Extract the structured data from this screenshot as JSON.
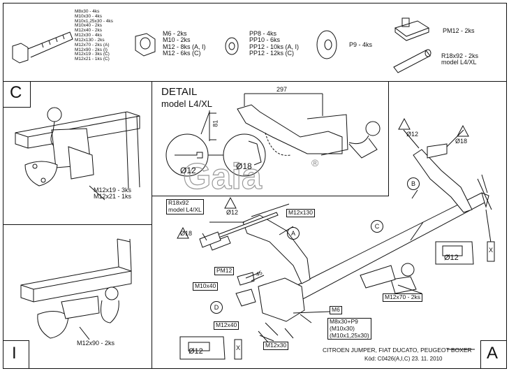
{
  "parts": {
    "screws": [
      "M8x30 - 4ks",
      "M10x30 - 4ks",
      "M10x1,25x30 - 4ks",
      "M10x40 - 2ks",
      "M12x40 - 2ks",
      "M12x30 - 4ks",
      "M12x130 - 2ks",
      "M12x70 - 2ks (A)",
      "M12x90 - 2ks (I)",
      "M12x19 - 3ks (C)",
      "M12x21 - 1ks (C)"
    ],
    "nuts": [
      "M6 - 2ks",
      "M10 - 2ks",
      "M12 - 8ks (A, I)",
      "M12 - 6ks (C)"
    ],
    "washers": [
      "PP8 - 4ks",
      "PP10 - 6ks",
      "PP12 - 10ks (A, I)",
      "PP12 - 12ks (C)"
    ],
    "big_washer": "P9 - 4ks",
    "plate": "PM12 - 2ks",
    "tube": [
      "R18x92 - 2ks",
      "model  L4/XL"
    ]
  },
  "panel_c": {
    "letter": "C",
    "labels": [
      "M12x19 - 3ks",
      "M12x21 - 1ks"
    ]
  },
  "panel_i": {
    "letter": "I",
    "label": "M12x90 - 2ks"
  },
  "detail": {
    "title": "DETAIL",
    "subtitle": "model L4/XL",
    "dim_297": "297",
    "dim_81": "81",
    "d12": "Ø12",
    "d18": "Ø18",
    "watermark": "Gaia",
    "registered": "®"
  },
  "main": {
    "r18x92": [
      "R18x92",
      "model L4/XL"
    ],
    "d12_top": "Ø12",
    "d18_left": "Ø18",
    "m12x130": "M12x130",
    "circle_a": "A",
    "circle_b": "B",
    "circle_c": "C",
    "circle_d": "D",
    "d12_right": "Ø12",
    "d18_right": "Ø18",
    "pm12": "PM12",
    "m10x40": "M10x40",
    "dim_45": "45",
    "m12x40": "M12x40",
    "m6": "M6",
    "m8x30_block": [
      "M8x30+P9",
      "(M10x30)",
      "(M10x1,25x30)"
    ],
    "m12x30": "M12x30",
    "m12x70": "M12x70 - 2ks",
    "drill_right": "Ø12",
    "drill_bottom": "Ø12",
    "x_mark": "X"
  },
  "footer": {
    "title": "CITROEN JUMPER, FIAT DUCATO, PEUGEOT BOXER",
    "code": "Kód: C0426(A,I,C)  23. 11. 2010",
    "letter": "A"
  }
}
